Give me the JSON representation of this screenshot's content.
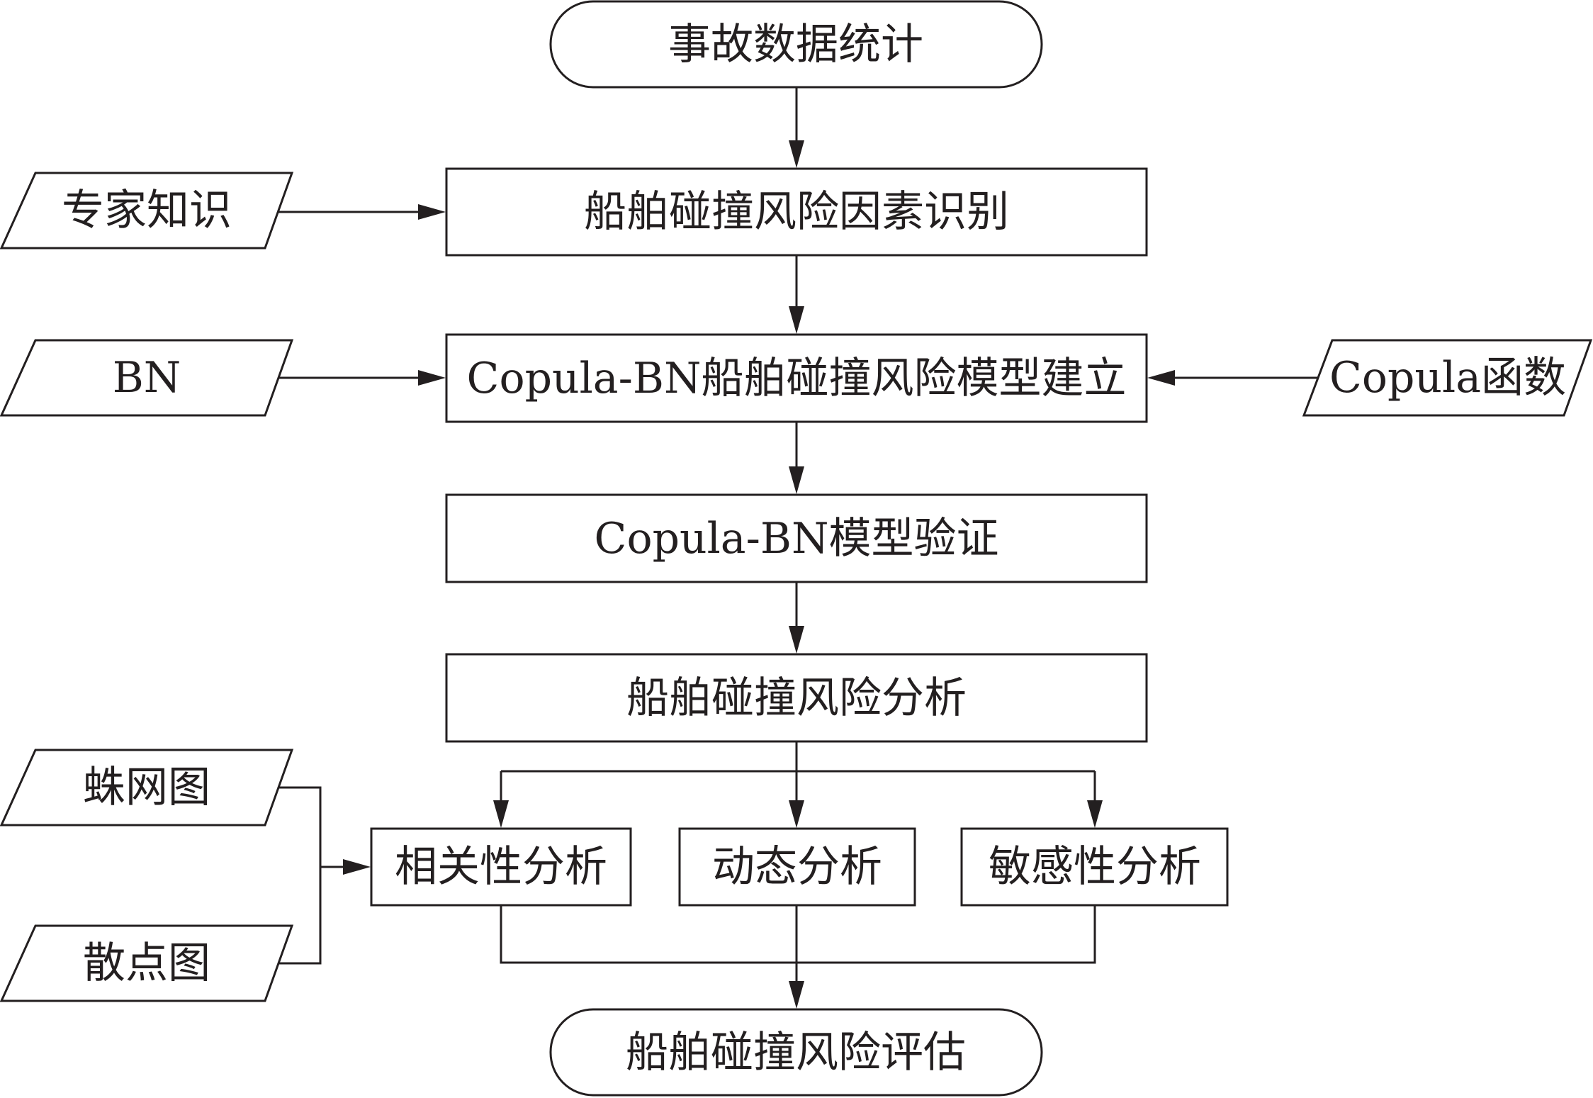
{
  "nodes": {
    "start": "事故数据统计",
    "identify": "船舶碰撞风险因素识别",
    "model": "Copula-BN船舶碰撞风险模型建立",
    "verify": "Copula-BN模型验证",
    "analysis": "船舶碰撞风险分析",
    "correlation": "相关性分析",
    "dynamic": "动态分析",
    "sensitivity": "敏感性分析",
    "end": "船舶碰撞风险评估"
  },
  "inputs": {
    "expert": "专家知识",
    "bn": "BN",
    "copula": "Copula函数",
    "spider": "蛛网图",
    "scatter": "散点图"
  },
  "colors": {
    "stroke": "#231f20",
    "fill": "#ffffff"
  }
}
